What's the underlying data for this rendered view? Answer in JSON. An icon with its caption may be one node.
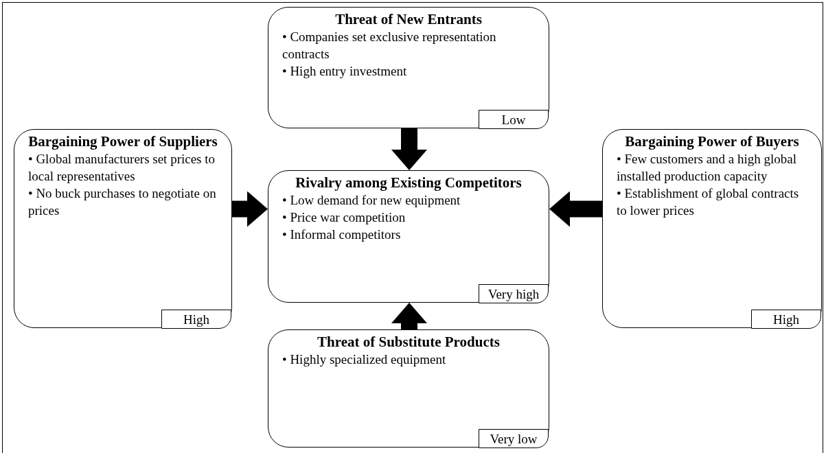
{
  "diagram": {
    "nodes": [
      {
        "text": [
          "Threat of New Entrants",
          "• Companies set exclusive representation contracts",
          "• High entry investment"
        ]
      },
      {
        "text": [
          "Low"
        ],
        "in": 0
      },
      {
        "text": [
          "Bargaining Power of Suppliers",
          "• Global manufacturers set prices to local representatives",
          "• No buck purchases to negotiate on prices"
        ]
      },
      {
        "text": [
          "High"
        ],
        "in": 2
      },
      {
        "text": [
          "Rivalry among Existing Competitors",
          "• Low demand for new equipment",
          "• Price war competition",
          "• Informal competitors"
        ]
      },
      {
        "text": [
          "Very high"
        ],
        "in": 4
      },
      {
        "text": [
          "Bargaining Power of Buyers",
          "• Few customers and a high global installed production capacity",
          "• Establishment of global contracts to lower prices"
        ]
      },
      {
        "text": [
          "High"
        ],
        "in": 6
      },
      {
        "text": [
          "Threat of Substitute Products",
          "• Highly specialized equipment"
        ]
      },
      {
        "text": [
          "Very low"
        ],
        "in": 8
      }
    ],
    "edges": [
      {
        "from": 0,
        "to": 4,
        "arrow": "to"
      },
      {
        "from": 2,
        "to": 4,
        "arrow": "to"
      },
      {
        "from": 6,
        "to": 4,
        "arrow": "to"
      },
      {
        "from": 8,
        "to": 4,
        "arrow": "to"
      }
    ]
  }
}
